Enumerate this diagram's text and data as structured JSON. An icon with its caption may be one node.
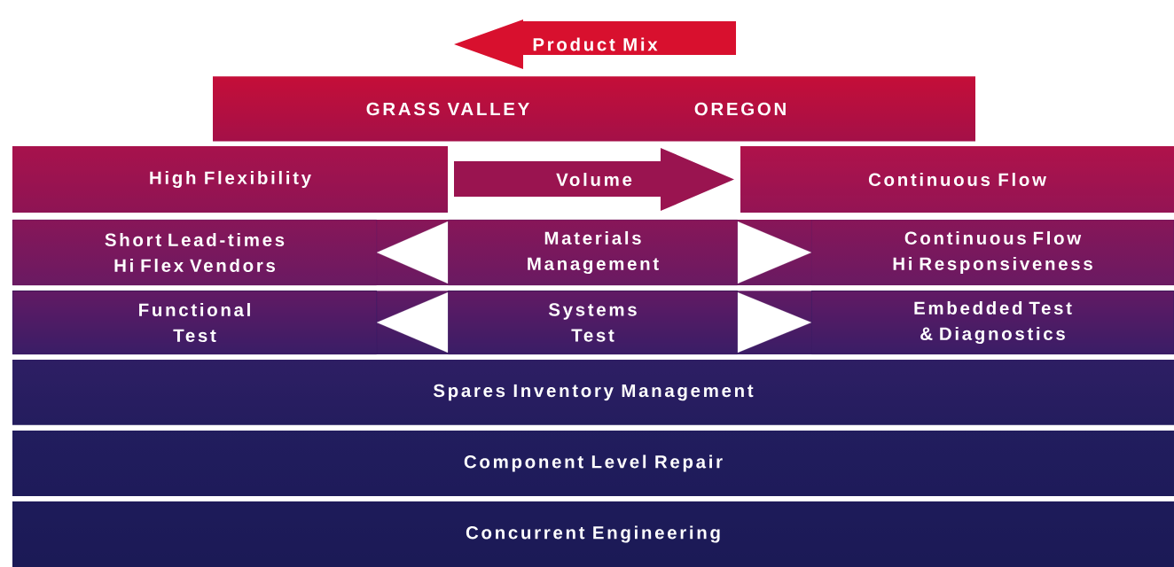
{
  "diagram": {
    "nodes": [
      {
        "text": [
          "Product Mix"
        ]
      },
      {
        "text": [
          "GRASS VALLEY",
          "OREGON"
        ]
      },
      {
        "text": [
          "High Flexibility"
        ]
      },
      {
        "text": [
          "Volume"
        ]
      },
      {
        "text": [
          "Continuous Flow"
        ]
      },
      {
        "text": [
          "Short Lead-times Hi Flex Vendors"
        ]
      },
      {
        "text": [
          "Materials Management"
        ]
      },
      {
        "text": [
          "Continuous Flow Hi Responsiveness"
        ]
      },
      {
        "text": [
          "Functional Test"
        ]
      },
      {
        "text": [
          "Systems Test"
        ]
      },
      {
        "text": [
          "Embedded Test & Diagnostics"
        ]
      },
      {
        "text": [
          "Spares Inventory Management"
        ]
      },
      {
        "text": [
          "Component Level Repair"
        ]
      },
      {
        "text": [
          "Concurrent Engineering"
        ]
      }
    ],
    "edges": [
      {
        "from": 6,
        "to": 5,
        "arrow": "to"
      },
      {
        "from": 6,
        "to": 7,
        "arrow": "to"
      },
      {
        "from": 9,
        "to": 8,
        "arrow": "to"
      },
      {
        "from": 9,
        "to": 10,
        "arrow": "to"
      }
    ]
  }
}
